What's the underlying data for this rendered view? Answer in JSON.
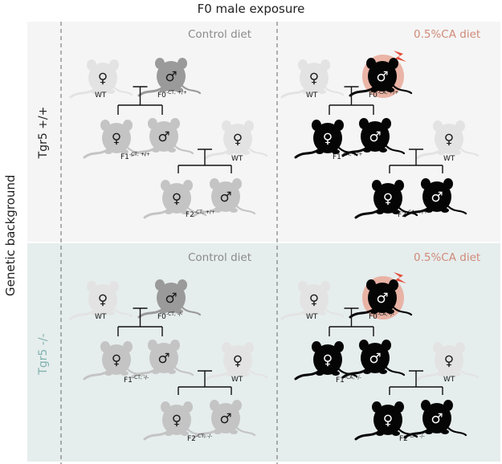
{
  "figure": {
    "top_title": "F0 male exposure",
    "y_axis_title": "Genetic background"
  },
  "rows": [
    {
      "genotype_label": "Tgr5 +/+",
      "genotype_color": "#222222",
      "background": "#f5f5f5",
      "control": {
        "diet_label": "Control diet",
        "wt_label": "WT",
        "f0_label": "F0",
        "f0_sup": "-CT; +/+",
        "f1_label": "F1",
        "f1_sup": "-CT; +/+",
        "wt2_label": "WT",
        "f2_label": "F2",
        "f2_sup": "-CT; +/+"
      },
      "treated": {
        "diet_label": "0.5%CA diet",
        "wt_label": "WT",
        "f0_label": "F0",
        "f0_sup": "-CA; +/+",
        "f1_label": "F1",
        "f1_sup": "-CA; +/+",
        "wt2_label": "WT",
        "f2_label": "F2",
        "f2_sup": "-CA; +/+"
      }
    },
    {
      "genotype_label": "Tgr5 -/-",
      "genotype_color": "#7fb2ae",
      "background": "#e6eded",
      "control": {
        "diet_label": "Control diet",
        "wt_label": "WT",
        "f0_label": "F0",
        "f0_sup": "-CT; -/-",
        "f1_label": "F1",
        "f1_sup": "-CT; -/-",
        "wt2_label": "WT",
        "f2_label": "F2",
        "f2_sup": "-CT; -/-"
      },
      "treated": {
        "diet_label": "0.5%CA diet",
        "wt_label": "WT",
        "f0_label": "F0",
        "f0_sup": "-CA; -/-",
        "f1_label": "F1",
        "f1_sup": "-CA; -/-",
        "wt2_label": "WT",
        "f2_label": "F2",
        "f2_sup": "-CA; -/-"
      }
    }
  ],
  "styles": {
    "control_diet_color": "#8a8a8a",
    "treated_diet_color": "#d08a78",
    "wt_mouse_color": "#e3e3e3",
    "control_mouse_color": "#c4c4c4",
    "control_f0_color": "#9a9a9a",
    "treated_mouse_color": "#050505",
    "glow_color": "#e8a898",
    "lightning_color": "#e44b3a",
    "female_symbol": "♀",
    "male_symbol": "♂"
  }
}
